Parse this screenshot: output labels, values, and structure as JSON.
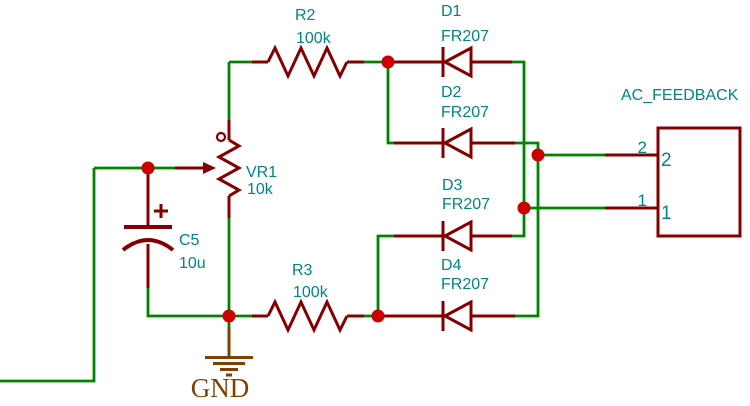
{
  "schematic": {
    "colors": {
      "wire": "#008400",
      "component": "#840000",
      "junction": "#cc0000",
      "label_text": "#008484",
      "ground": "#804000",
      "background": "#ffffff"
    },
    "components": {
      "r2": {
        "ref": "R2",
        "value": "100k"
      },
      "r3": {
        "ref": "R3",
        "value": "100k"
      },
      "vr1": {
        "ref": "VR1",
        "value": "10k"
      },
      "c5": {
        "ref": "C5",
        "value": "10u"
      },
      "d1": {
        "ref": "D1",
        "value": "FR207"
      },
      "d2": {
        "ref": "D2",
        "value": "FR207"
      },
      "d3": {
        "ref": "D3",
        "value": "FR207"
      },
      "d4": {
        "ref": "D4",
        "value": "FR207"
      },
      "ground": {
        "label": "GND"
      },
      "connector": {
        "name": "AC_FEEDBACK",
        "pin_top": "2",
        "pin_bottom": "1"
      }
    }
  }
}
